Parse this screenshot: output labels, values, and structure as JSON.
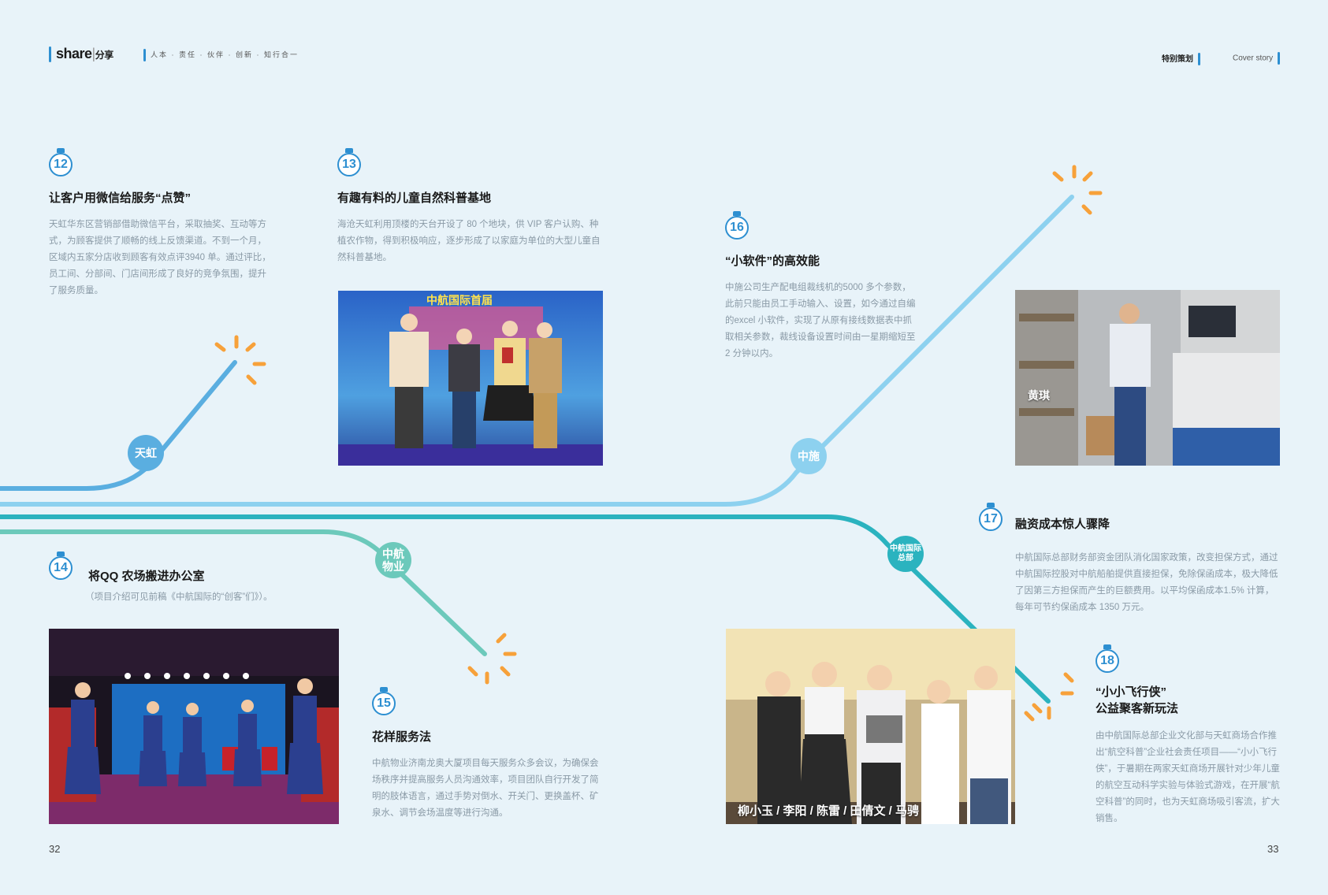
{
  "header": {
    "brand": "share",
    "brand_sub": "分享",
    "motto": "人本 · 责任 · 伙伴 · 创新 · 知行合一",
    "section": "特别策划",
    "cover_story": "Cover story"
  },
  "pages": {
    "left": "32",
    "right": "33"
  },
  "nodes": {
    "tianhong": "天虹",
    "zhongshi": "中施",
    "zhonghang_wuye": "中航\n物业",
    "zhonghang_hq": "中航国际\n总部"
  },
  "items": [
    {
      "num": "12",
      "title": "让客户用微信给服务“点赞”",
      "body": "天虹华东区营销部借助微信平台，采取抽奖、互动等方式，为顾客提供了顺畅的线上反馈渠道。不到一个月，区域内五家分店收到顾客有效点评3940 单。通过评比，员工间、分部间、门店间形成了良好的竞争氛围，提升了服务质量。"
    },
    {
      "num": "13",
      "title": "有趣有料的儿童自然科普基地",
      "body": "海沧天虹利用顶楼的天台开设了 80 个地块，供 VIP 客户认购、种植农作物，得到积极响应，逐步形成了以家庭为单位的大型儿童自然科普基地。"
    },
    {
      "num": "14",
      "title": "将QQ 农场搬进办公室",
      "body": "（项目介绍可见前稿《中航国际的“创客”们》）。"
    },
    {
      "num": "15",
      "title": "花样服务法",
      "body": "中航物业济南龙奥大厦项目每天服务众多会议，为确保会场秩序并提高服务人员沟通效率，项目团队自行开发了简明的肢体语言，通过手势对倒水、开关门、更换盖杯、矿泉水、调节会场温度等进行沟通。"
    },
    {
      "num": "16",
      "title": "“小软件”的高效能",
      "body": "中施公司生产配电组裁线机的5000 多个参数，此前只能由员工手动输入、设置，如今通过自编的excel 小软件，实现了从原有接线数据表中抓取相关参数，裁线设备设置时间由一星期缩短至2 分钟以内。"
    },
    {
      "num": "17",
      "title": "融资成本惊人骤降",
      "body": "中航国际总部财务部资金团队消化国家政策，改变担保方式，通过中航国际控股对中航船舶提供直接担保，免除保函成本，极大降低了因第三方担保而产生的巨额费用。以平均保函成本1.5% 计算，每年可节约保函成本 1350 万元。"
    },
    {
      "num": "18",
      "title": "“小小飞行侠”\n公益聚客新玩法",
      "body": "由中航国际总部企业文化部与天虹商场合作推出“航空科普”企业社会责任项目——“小小飞行侠”，于暑期在两家天虹商场开展针对少年儿童的航空互动科学实验与体验式游戏，在开展“航空科普”的同时，也为天虹商场吸引客流，扩大销售。"
    }
  ],
  "photos": {
    "stage_banner": "中航国际首届",
    "person_name": "黄琪",
    "group_caption": "柳小玉 / 李阳 / 陈雷 / 田倩文 / 马骋"
  },
  "colors": {
    "line_tianhong": "#5aaee0",
    "line_zhongshi": "#8dd1ef",
    "line_hq": "#2bb3bf",
    "line_wuye": "#6cc9bb",
    "accent": "#2d8fd1",
    "spark": "#f7a13a",
    "background": "#e8f3f9"
  }
}
